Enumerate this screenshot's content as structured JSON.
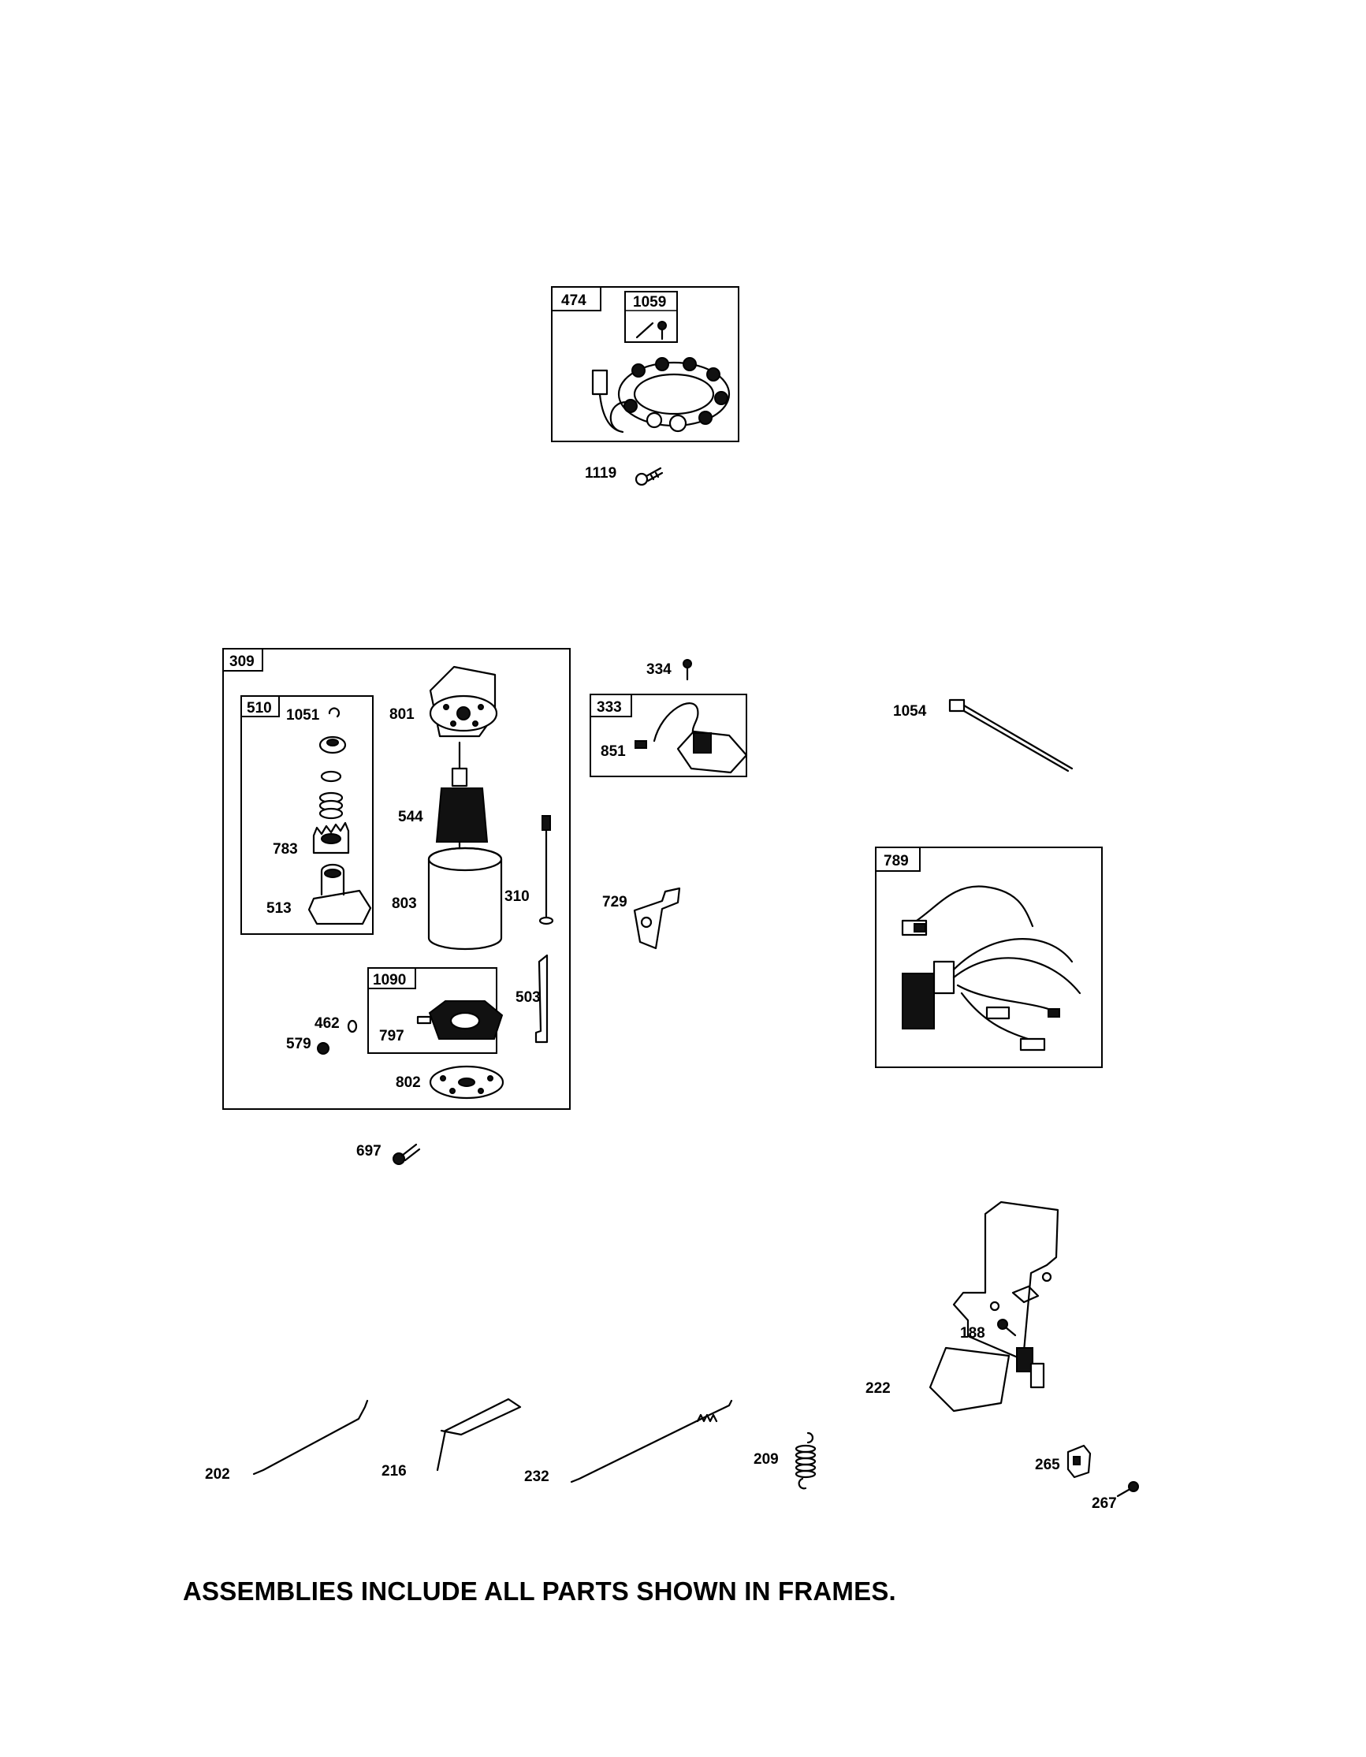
{
  "assemblies": {
    "a474": "474",
    "a1059": "1059",
    "a309": "309",
    "a510": "510",
    "a333": "333",
    "a1090": "1090",
    "a789": "789"
  },
  "parts": {
    "p1119": "1119",
    "p1051": "1051",
    "p801": "801",
    "p544": "544",
    "p783": "783",
    "p513": "513",
    "p803": "803",
    "p310": "310",
    "p462": "462",
    "p579": "579",
    "p797": "797",
    "p503": "503",
    "p802": "802",
    "p697": "697",
    "p334": "334",
    "p851": "851",
    "p729": "729",
    "p1054": "1054",
    "p188": "188",
    "p222": "222",
    "p202": "202",
    "p216": "216",
    "p232": "232",
    "p209": "209",
    "p265": "265",
    "p267": "267"
  },
  "footer_note": "ASSEMBLIES INCLUDE ALL PARTS SHOWN IN FRAMES."
}
